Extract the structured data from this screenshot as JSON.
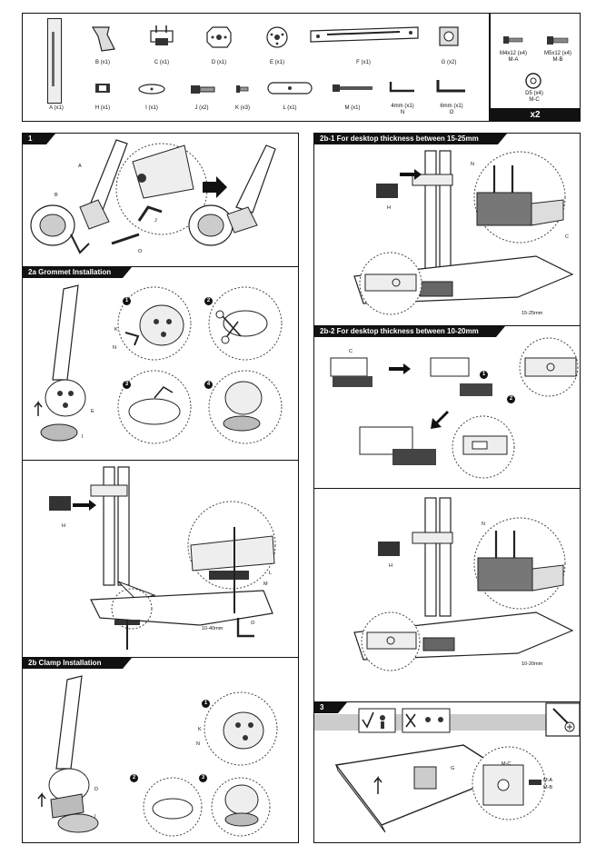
{
  "parts": {
    "row1": [
      {
        "label": "B (x1)"
      },
      {
        "label": "C (x1)"
      },
      {
        "label": "D (x1)"
      },
      {
        "label": "E (x1)"
      },
      {
        "label": "F (x1)"
      },
      {
        "label": "G (x2)"
      }
    ],
    "row2": [
      {
        "label": "A (x1)"
      },
      {
        "label": "H (x1)"
      },
      {
        "label": "I (x1)"
      },
      {
        "label": "J (x2)"
      },
      {
        "label": "K (x3)"
      },
      {
        "label": "L (x1)"
      },
      {
        "label": "M (x1)"
      },
      {
        "label": "4mm (x1)",
        "sub": "N"
      },
      {
        "label": "6mm (x1)",
        "sub": "O"
      }
    ],
    "screws": [
      {
        "label": "M4x12 (x4)",
        "sub": "M-A"
      },
      {
        "label": "M5x12 (x4)",
        "sub": "M-B"
      },
      {
        "label": "D5 (x4)",
        "sub": "M-C"
      }
    ],
    "multiplier": "x2"
  },
  "steps": {
    "s1": {
      "title": "1"
    },
    "s2a": {
      "title": "2a Grommet Installation"
    },
    "s2b": {
      "title": "2b Clamp Installation"
    },
    "s2b1": {
      "title": "2b-1 For desktop thickness between 15-25mm"
    },
    "s2b2": {
      "title": "2b-2 For desktop thickness between 10-20mm"
    },
    "s3": {
      "title": "3"
    }
  },
  "callouts": {
    "s1": [
      "A",
      "B",
      "J",
      "O"
    ],
    "s2a": [
      "E",
      "K",
      "N",
      "I"
    ],
    "s2a_mid": [
      "H",
      "L",
      "M",
      "O",
      "10-40mm"
    ],
    "s2b": [
      "D",
      "K",
      "N",
      "I"
    ],
    "s2b1": [
      "H",
      "N",
      "C",
      "15-25mm"
    ],
    "s2b2": [
      "C"
    ],
    "s2b2_low": [
      "H",
      "N",
      "10-20mm"
    ],
    "s3": [
      "G",
      "M-C",
      "M-A",
      "M-B"
    ]
  },
  "step_numbers": [
    "1",
    "2",
    "3",
    "4"
  ]
}
